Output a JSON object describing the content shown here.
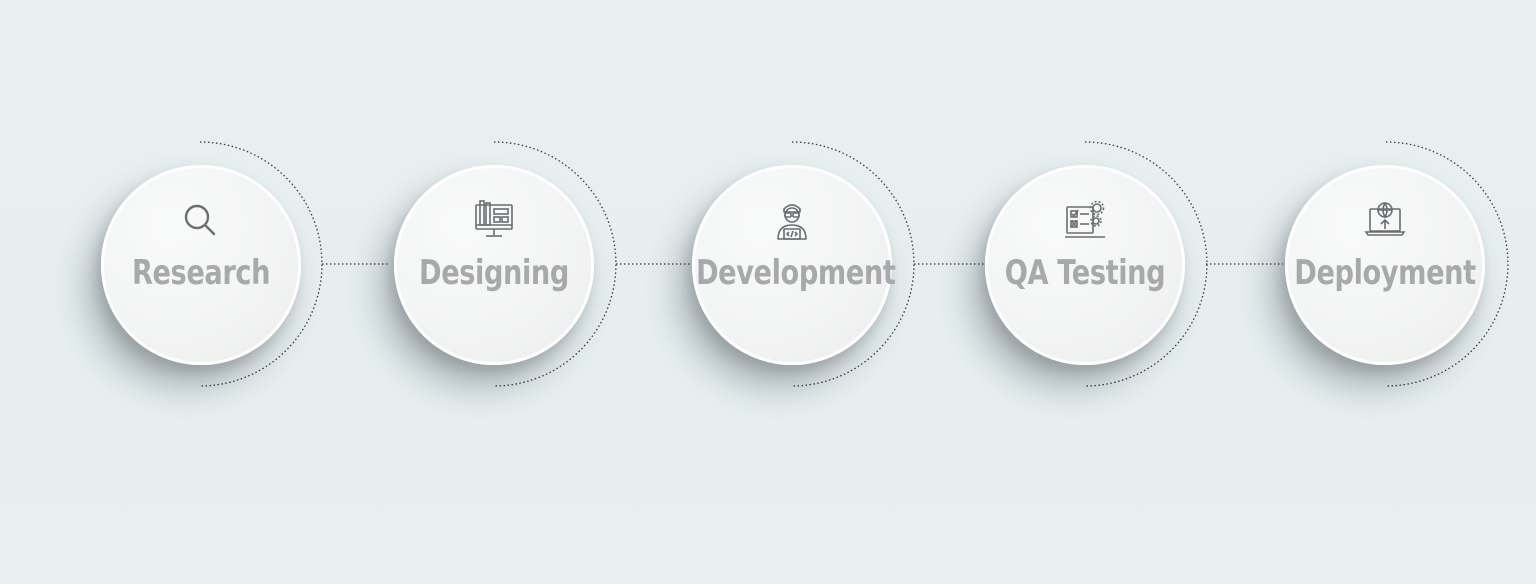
{
  "steps": [
    {
      "label": "Research",
      "icon": "magnifier-icon"
    },
    {
      "label": "Designing",
      "icon": "design-monitor-icon"
    },
    {
      "label": "Development",
      "icon": "developer-icon"
    },
    {
      "label": "QA Testing",
      "icon": "qa-checklist-gears-icon"
    },
    {
      "label": "Deployment",
      "icon": "laptop-globe-upload-icon"
    }
  ],
  "colors": {
    "background": "#e8eff1",
    "circle": "#f3f4f4",
    "label": "#a7a9ab",
    "icon": "#6b6d70",
    "connector": "#3a3a3a"
  }
}
